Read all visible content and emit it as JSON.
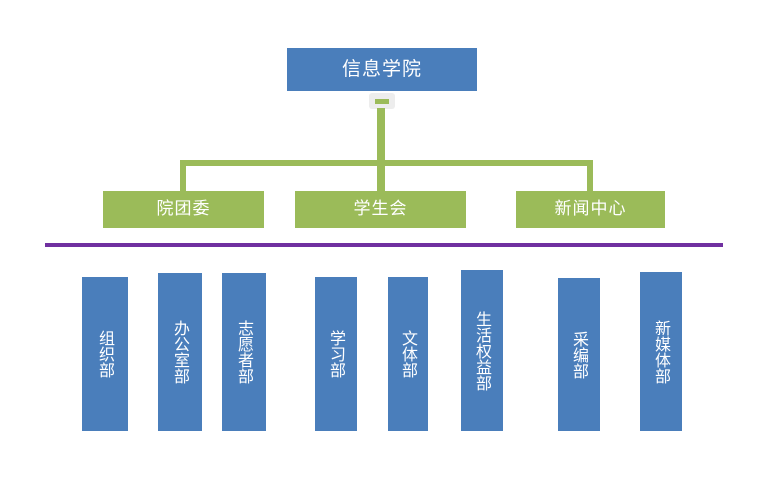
{
  "diagram": {
    "type": "org-chart",
    "colors": {
      "root_fill": "#4a7ebb",
      "branch_fill": "#9bbb59",
      "leaf_fill": "#4a7ebb",
      "connector": "#9bbb59",
      "divider": "#7030a0",
      "text": "#ffffff",
      "collapse_bg": "#ededed"
    },
    "root": {
      "label": "信息学院"
    },
    "collapse_control": {
      "name": "collapse-toggle",
      "glyph": "minus"
    },
    "branches": [
      {
        "label": "院团委"
      },
      {
        "label": "学生会"
      },
      {
        "label": "新闻中心"
      }
    ],
    "leaves": [
      {
        "label": "组织部"
      },
      {
        "label": "办公室部"
      },
      {
        "label": "志愿者部"
      },
      {
        "label": "学习部"
      },
      {
        "label": "文体部"
      },
      {
        "label": "生活权益部"
      },
      {
        "label": "采编部"
      },
      {
        "label": "新媒体部"
      }
    ]
  }
}
